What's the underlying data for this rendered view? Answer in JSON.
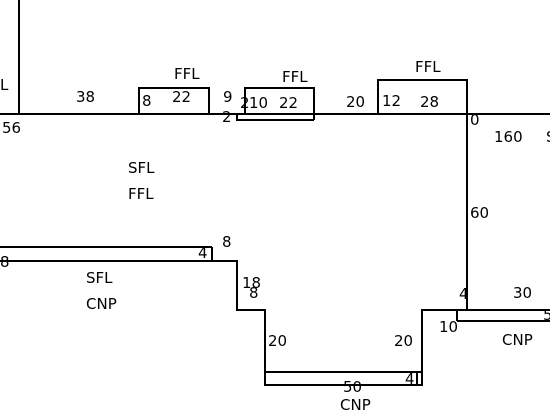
{
  "labels": {
    "left_l": "L",
    "n38": "38",
    "n56": "56",
    "n8_box1": "8",
    "n22_box1": "22",
    "ffl_box1": "FFL",
    "n9": "9",
    "n2": "2",
    "n2b": "2",
    "n10": "10",
    "n22_box2": "22",
    "ffl_box2": "FFL",
    "n20_top": "20",
    "n12": "12",
    "n28": "28",
    "ffl_box3": "FFL",
    "n0": "0",
    "n160": "160",
    "edge_s": "S",
    "sfl_1": "SFL",
    "ffl_1": "FFL",
    "n60": "60",
    "n8_left": "8",
    "n4_a": "4",
    "n8_b": "8",
    "sfl_2": "SFL",
    "cnp_1": "CNP",
    "n18": "18",
    "n8_c": "8",
    "n20_mid1": "20",
    "n20_mid2": "20",
    "n4_b": "4",
    "n30": "30",
    "n10_b": "10",
    "n5_edge": "5",
    "cnp_2": "CNP",
    "n4_c": "4",
    "n50": "50",
    "cnp_3": "CNP"
  },
  "line_color": "#000000",
  "background_color": "#ffffff"
}
